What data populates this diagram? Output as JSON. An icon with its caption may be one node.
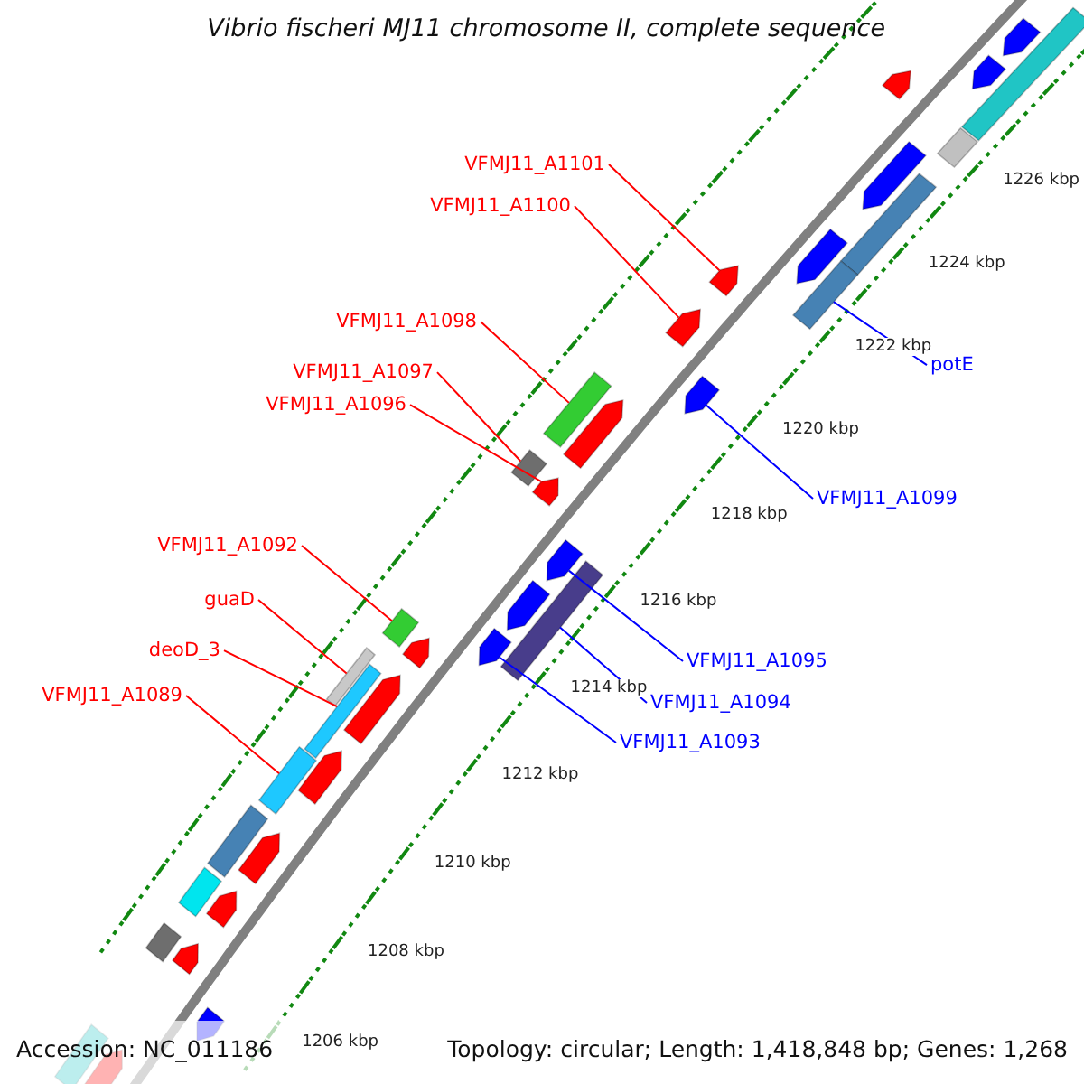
{
  "diagram": {
    "title": "Vibrio fischeri MJ11 chromosome II, complete sequence",
    "nodes": [
      {
        "text": [
          "VFMJ11_A1101"
        ]
      },
      {
        "text": [
          "VFMJ11_A1100"
        ]
      },
      {
        "text": [
          "VFMJ11_A1098"
        ]
      },
      {
        "text": [
          "potE"
        ]
      },
      {
        "text": [
          "VFMJ11_A1097"
        ]
      },
      {
        "text": [
          "VFMJ11_A1096"
        ]
      },
      {
        "text": [
          "VFMJ11_A1099"
        ]
      },
      {
        "text": [
          "VFMJ11_A1092"
        ]
      },
      {
        "text": [
          "guaD"
        ]
      },
      {
        "text": [
          "deoD_3"
        ]
      },
      {
        "text": [
          "VFMJ11_A1095"
        ]
      },
      {
        "text": [
          "VFMJ11_A1089"
        ]
      },
      {
        "text": [
          "VFMJ11_A1094"
        ]
      },
      {
        "text": [
          "VFMJ11_A1093"
        ]
      },
      {
        "text": [],
        "shape": "bar"
      },
      {
        "text": [],
        "shape": "bar"
      },
      {
        "text": [],
        "shape": "bar"
      },
      {
        "text": [],
        "shape": "bar"
      },
      {
        "text": [],
        "shape": "bar"
      },
      {
        "text": [],
        "shape": "bar"
      },
      {
        "text": [],
        "shape": "bar"
      },
      {
        "text": [],
        "shape": "bar"
      },
      {
        "text": [],
        "shape": "bar"
      },
      {
        "text": [],
        "shape": "bar"
      },
      {
        "text": [],
        "shape": "bar"
      },
      {
        "text": [],
        "shape": "bar"
      },
      {
        "text": [],
        "shape": "bar"
      },
      {
        "text": [],
        "shape": "bar"
      }
    ],
    "edges": [
      {
        "from": 0,
        "to": 15,
        "arrow": "none"
      },
      {
        "from": 1,
        "to": 16,
        "arrow": "none"
      },
      {
        "from": 2,
        "to": 18,
        "arrow": "none"
      },
      {
        "from": 3,
        "to": 14,
        "arrow": "none",
        "color": "#0000ff"
      },
      {
        "from": 4,
        "to": 19,
        "arrow": "none"
      },
      {
        "from": 5,
        "to": 20,
        "arrow": "none"
      },
      {
        "from": 6,
        "to": 17,
        "arrow": "none",
        "color": "#0000ff"
      },
      {
        "from": 7,
        "to": 24,
        "arrow": "none"
      },
      {
        "from": 8,
        "to": 25,
        "arrow": "none"
      },
      {
        "from": 9,
        "to": 26,
        "arrow": "none"
      },
      {
        "from": 10,
        "to": 21,
        "arrow": "none",
        "color": "#0000ff"
      },
      {
        "from": 11,
        "to": 27,
        "arrow": "none"
      },
      {
        "from": 12,
        "to": 22,
        "arrow": "none",
        "color": "#0000ff"
      },
      {
        "from": 13,
        "to": 23,
        "arrow": "none",
        "color": "#0000ff"
      }
    ],
    "labels": [
      "1226 kbp",
      "1224 kbp",
      "1222 kbp",
      "1220 kbp",
      "1218 kbp",
      "1216 kbp",
      "1214 kbp",
      "1212 kbp",
      "1210 kbp",
      "1208 kbp",
      "1206 kbp",
      "Accession: NC_011186",
      "Topology: circular; Length: 1,418,848 bp; Genes: 1,268"
    ]
  }
}
